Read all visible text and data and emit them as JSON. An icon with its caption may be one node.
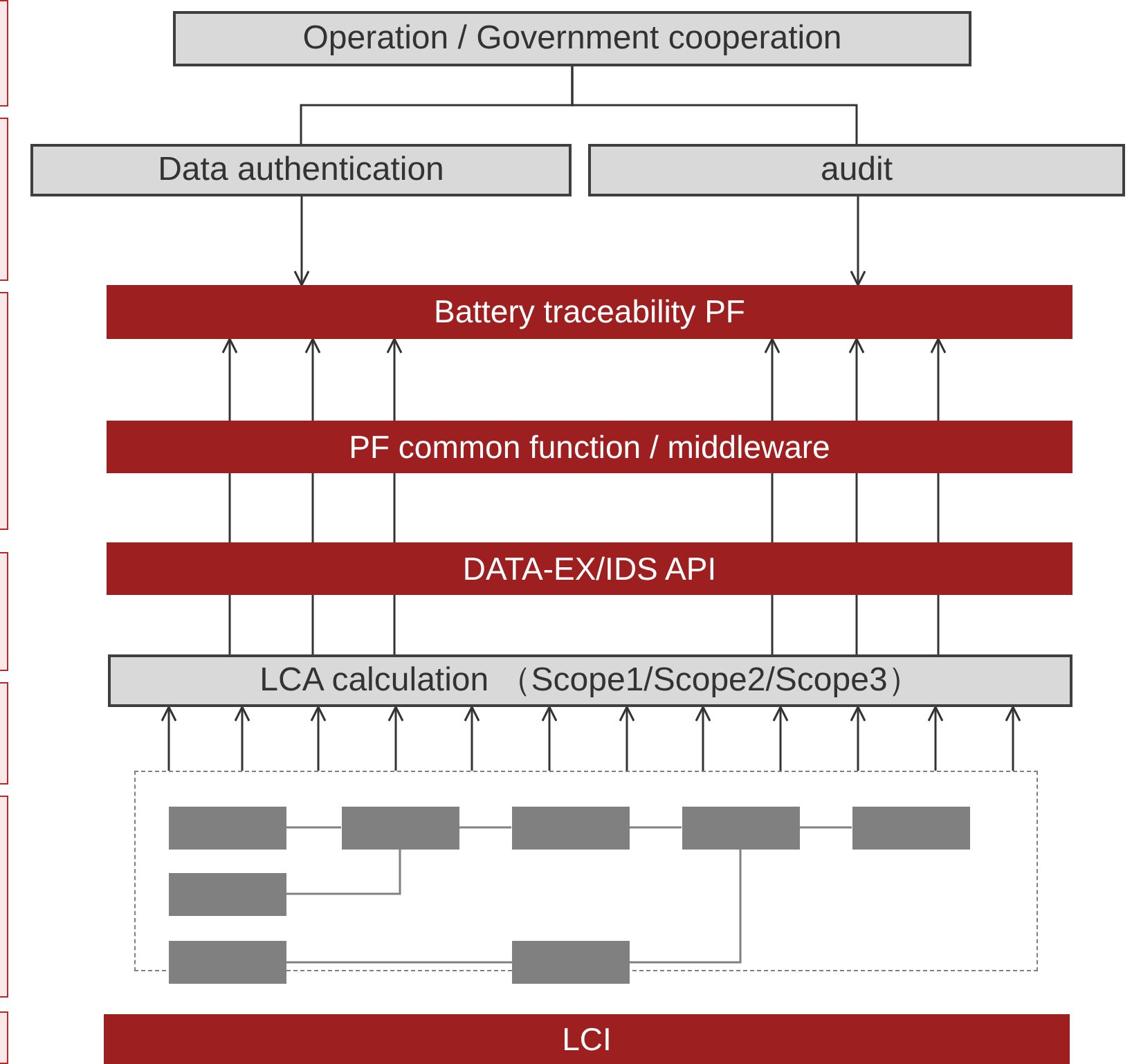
{
  "diagram": {
    "nodes": [
      {
        "text": [
          "Operation / Government cooperation"
        ]
      },
      {
        "text": [
          "Data authentication"
        ]
      },
      {
        "text": [
          "audit"
        ]
      },
      {
        "text": [
          "Battery traceability PF"
        ]
      },
      {
        "text": [
          "PF common function / middleware"
        ]
      },
      {
        "text": [
          "DATA-EX/IDS API"
        ]
      },
      {
        "text": [
          "LCA calculation （Scope1/Scope2/Scope3）"
        ]
      },
      {
        "text": [],
        "shape": "box"
      },
      {
        "text": [],
        "shape": "box",
        "in": 7
      },
      {
        "text": [],
        "shape": "box",
        "in": 7
      },
      {
        "text": [],
        "shape": "box",
        "in": 7
      },
      {
        "text": [],
        "shape": "box",
        "in": 7
      },
      {
        "text": [],
        "shape": "box",
        "in": 7
      },
      {
        "text": [],
        "shape": "box",
        "in": 7
      },
      {
        "text": [],
        "shape": "box"
      },
      {
        "text": [],
        "shape": "box"
      },
      {
        "text": [
          "LCI"
        ]
      }
    ],
    "edges": [
      {
        "from": 0,
        "to": 1,
        "arrow": "none"
      },
      {
        "from": 0,
        "to": 2,
        "arrow": "none"
      },
      {
        "from": 1,
        "to": 3,
        "arrow": "to"
      },
      {
        "from": 2,
        "to": 3,
        "arrow": "to"
      },
      {
        "from": 6,
        "to": 5,
        "arrow": "none"
      },
      {
        "from": 6,
        "to": 5,
        "arrow": "none"
      },
      {
        "from": 6,
        "to": 5,
        "arrow": "none"
      },
      {
        "from": 6,
        "to": 5,
        "arrow": "none"
      },
      {
        "from": 6,
        "to": 5,
        "arrow": "none"
      },
      {
        "from": 6,
        "to": 5,
        "arrow": "none"
      },
      {
        "from": 5,
        "to": 4,
        "arrow": "none"
      },
      {
        "from": 5,
        "to": 4,
        "arrow": "none"
      },
      {
        "from": 5,
        "to": 4,
        "arrow": "none"
      },
      {
        "from": 5,
        "to": 4,
        "arrow": "none"
      },
      {
        "from": 5,
        "to": 4,
        "arrow": "none"
      },
      {
        "from": 5,
        "to": 4,
        "arrow": "none"
      },
      {
        "from": 4,
        "to": 3,
        "arrow": "to"
      },
      {
        "from": 4,
        "to": 3,
        "arrow": "to"
      },
      {
        "from": 4,
        "to": 3,
        "arrow": "to"
      },
      {
        "from": 4,
        "to": 3,
        "arrow": "to"
      },
      {
        "from": 4,
        "to": 3,
        "arrow": "to"
      },
      {
        "from": 4,
        "to": 3,
        "arrow": "to"
      },
      {
        "from": 7,
        "to": 6,
        "arrow": "to"
      },
      {
        "from": 7,
        "to": 6,
        "arrow": "to"
      },
      {
        "from": 7,
        "to": 6,
        "arrow": "to"
      },
      {
        "from": 7,
        "to": 6,
        "arrow": "to"
      },
      {
        "from": 7,
        "to": 6,
        "arrow": "to"
      },
      {
        "from": 7,
        "to": 6,
        "arrow": "to"
      },
      {
        "from": 7,
        "to": 6,
        "arrow": "to"
      },
      {
        "from": 7,
        "to": 6,
        "arrow": "to"
      },
      {
        "from": 7,
        "to": 6,
        "arrow": "to"
      },
      {
        "from": 7,
        "to": 6,
        "arrow": "to"
      },
      {
        "from": 7,
        "to": 6,
        "arrow": "to"
      },
      {
        "from": 7,
        "to": 6,
        "arrow": "to"
      },
      {
        "from": 8,
        "to": 9,
        "arrow": "none",
        "color": "#808080"
      },
      {
        "from": 9,
        "to": 10,
        "arrow": "none",
        "color": "#808080"
      },
      {
        "from": 10,
        "to": 11,
        "arrow": "none",
        "color": "#808080"
      },
      {
        "from": 11,
        "to": 12,
        "arrow": "none",
        "color": "#808080"
      },
      {
        "from": 13,
        "to": 9,
        "arrow": "none",
        "color": "#808080"
      },
      {
        "from": 14,
        "to": 15,
        "arrow": "none",
        "color": "#808080"
      },
      {
        "from": 15,
        "to": 11,
        "arrow": "none",
        "color": "#808080"
      }
    ]
  }
}
